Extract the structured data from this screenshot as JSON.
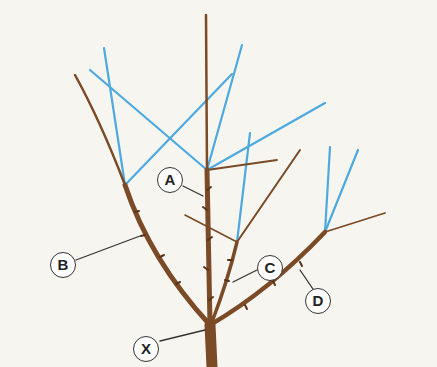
{
  "diagram": {
    "labels": [
      "A",
      "B",
      "C",
      "D",
      "X"
    ]
  }
}
